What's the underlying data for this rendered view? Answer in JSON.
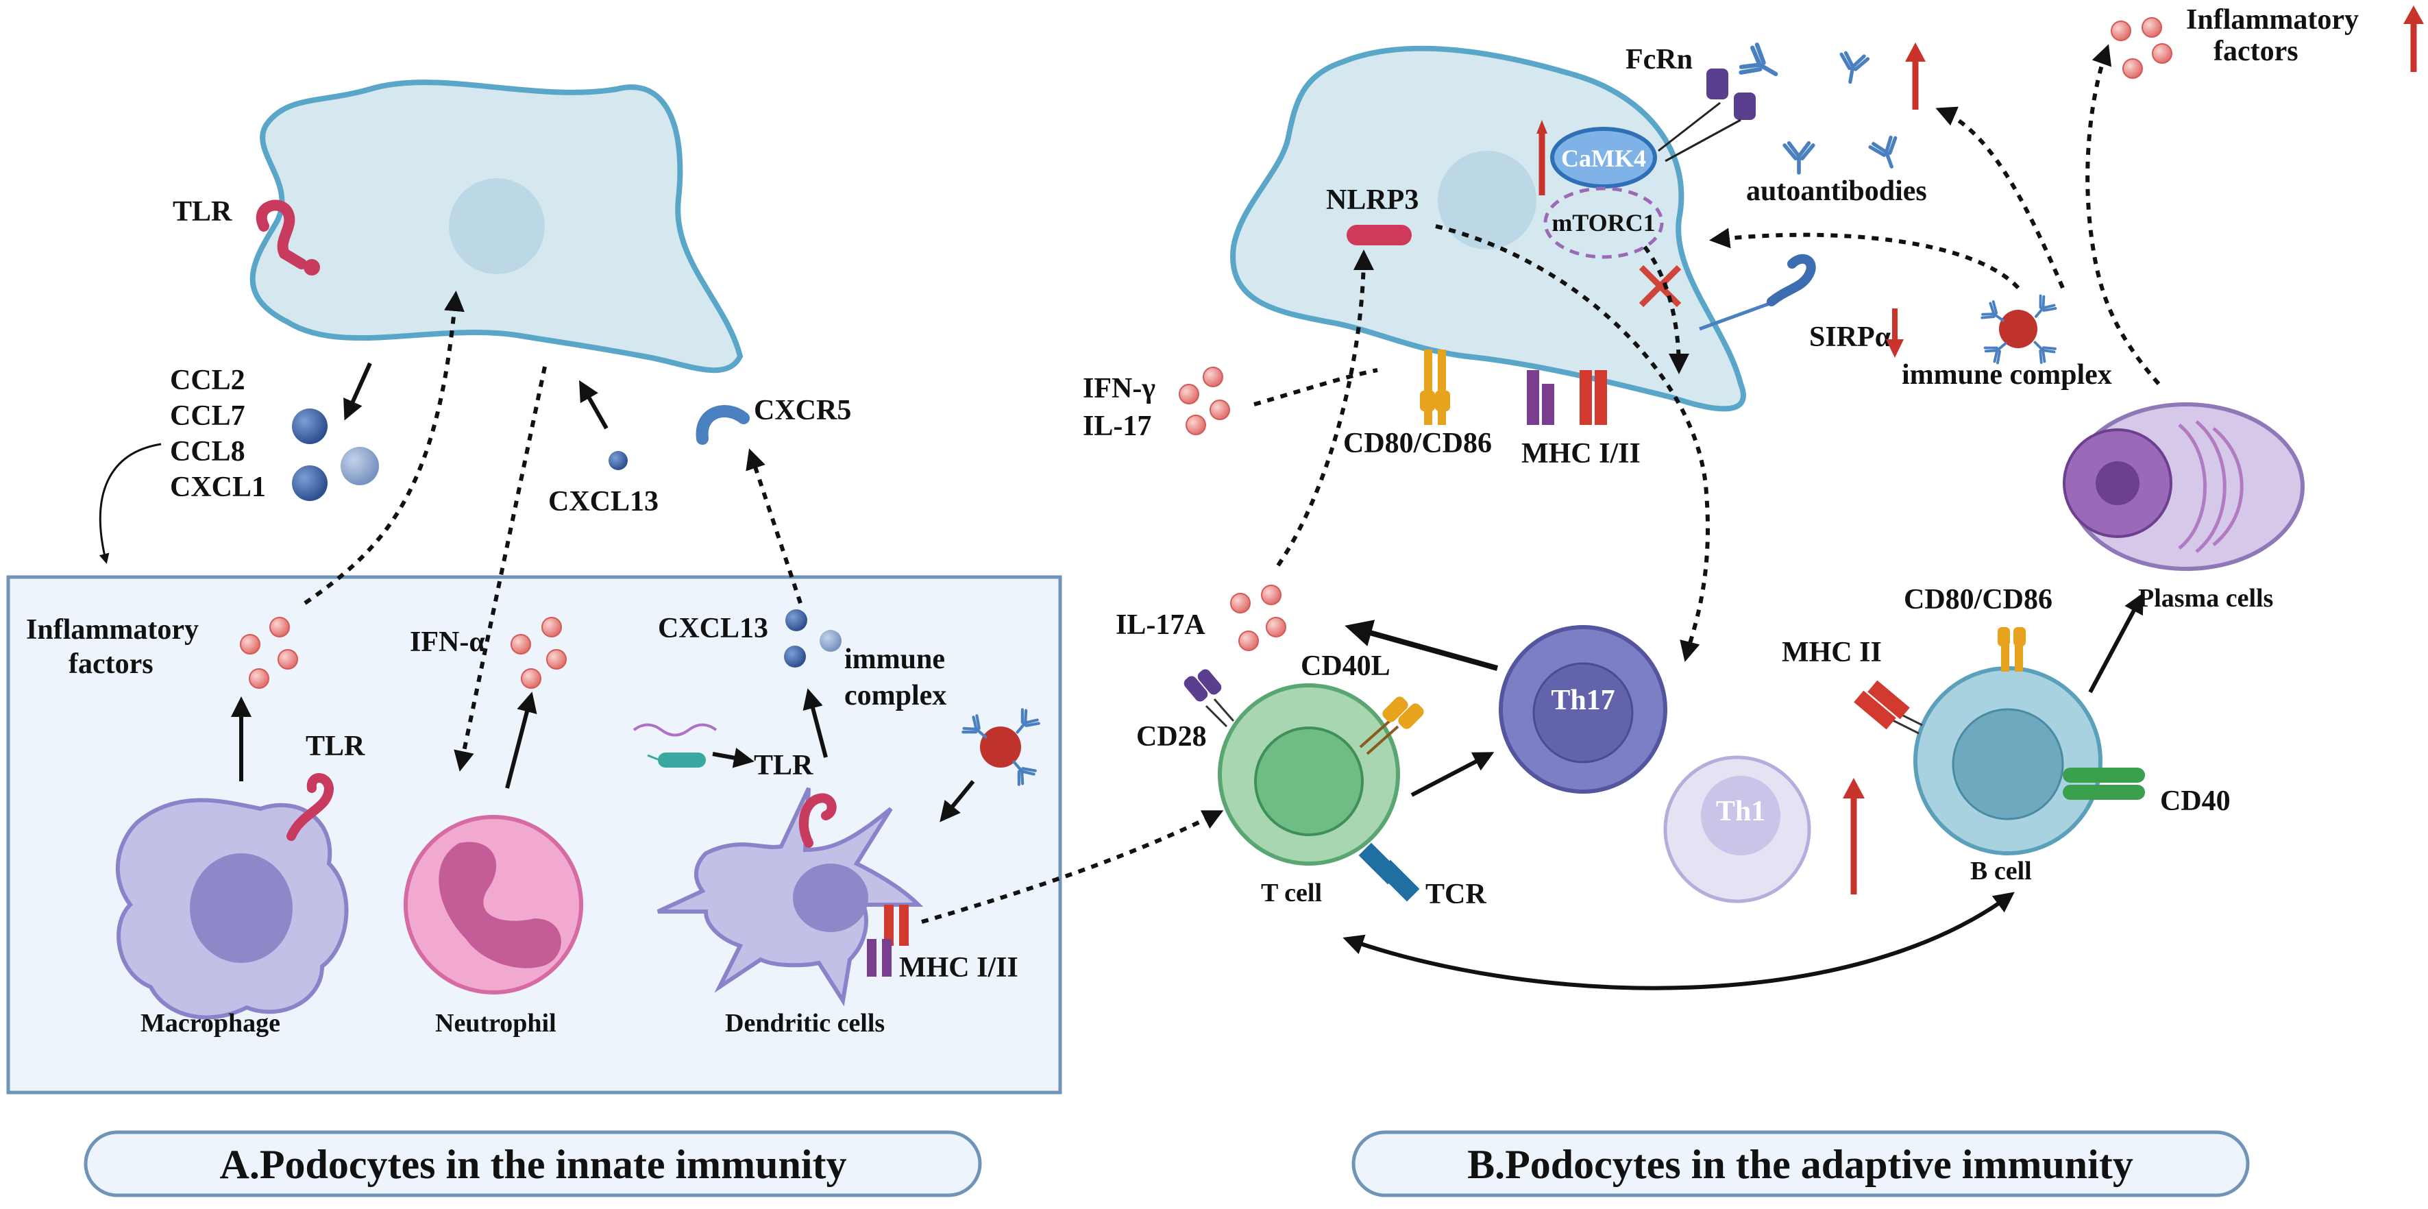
{
  "panels": {
    "innate_title": "A.Podocytes in the innate immunity",
    "adaptive_title": "B.Podocytes in the adaptive immunity"
  },
  "innate": {
    "tlr_podocyte": "TLR",
    "chemokines": [
      "CCL2",
      "CCL7",
      "CCL8",
      "CXCL1"
    ],
    "cxcl13_top": "CXCL13",
    "cxcr5": "CXCR5",
    "inflammatory_factors": [
      "Inflammatory",
      "factors"
    ],
    "ifn_alpha": "IFN-α",
    "cxcl13_dc": "CXCL13",
    "immune_complex": [
      "immune",
      "complex"
    ],
    "tlr_macrophage": "TLR",
    "tlr_dc": "TLR",
    "mhc_dc": "MHC I/II",
    "macrophage": "Macrophage",
    "neutrophil": "Neutrophil",
    "dendritic": "Dendritic cells"
  },
  "adaptive": {
    "fcrn": "FcRn",
    "camk4": "CaMK4",
    "mtorc1": "mTORC1",
    "nlrp3": "NLRP3",
    "autoantibodies": "autoantibodies",
    "inflammatory_factors": [
      "Inflammatory",
      "factors"
    ],
    "sirpa": "SIRPα",
    "immune_complex": "immune complex",
    "ifn_gamma": "IFN-γ",
    "il17": "IL-17",
    "cd80_cd86_podo": "CD80/CD86",
    "mhc_podo": "MHC I/II",
    "il17a": "IL-17A",
    "cd28": "CD28",
    "cd40l": "CD40L",
    "t_cell": "T cell",
    "tcr": "TCR",
    "th17": "Th17",
    "th1": "Th1",
    "mhc_ii": "MHC II",
    "cd80_cd86_b": "CD80/CD86",
    "b_cell": "B cell",
    "cd40": "CD40",
    "plasma_cells": "Plasma cells"
  },
  "colors": {
    "podocyte_fill": "#d6e8ef",
    "podocyte_stroke": "#5aa6c8",
    "panel_fill": "#eef4fb",
    "panel_stroke": "#6f94b8",
    "up_arrow": "#c8342b",
    "antibody": "#4a7fc0",
    "cytokine": "#e07a76"
  }
}
